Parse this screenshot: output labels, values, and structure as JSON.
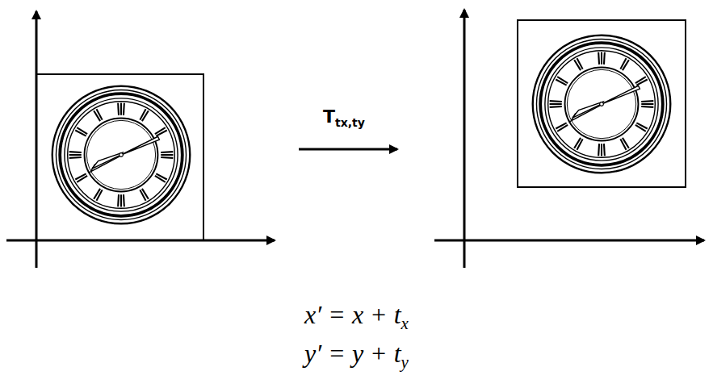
{
  "diagram": {
    "labels": [
      "T",
      "tx,ty",
      "x′ = x + t",
      "x",
      "y′ = y + t",
      "y"
    ]
  }
}
